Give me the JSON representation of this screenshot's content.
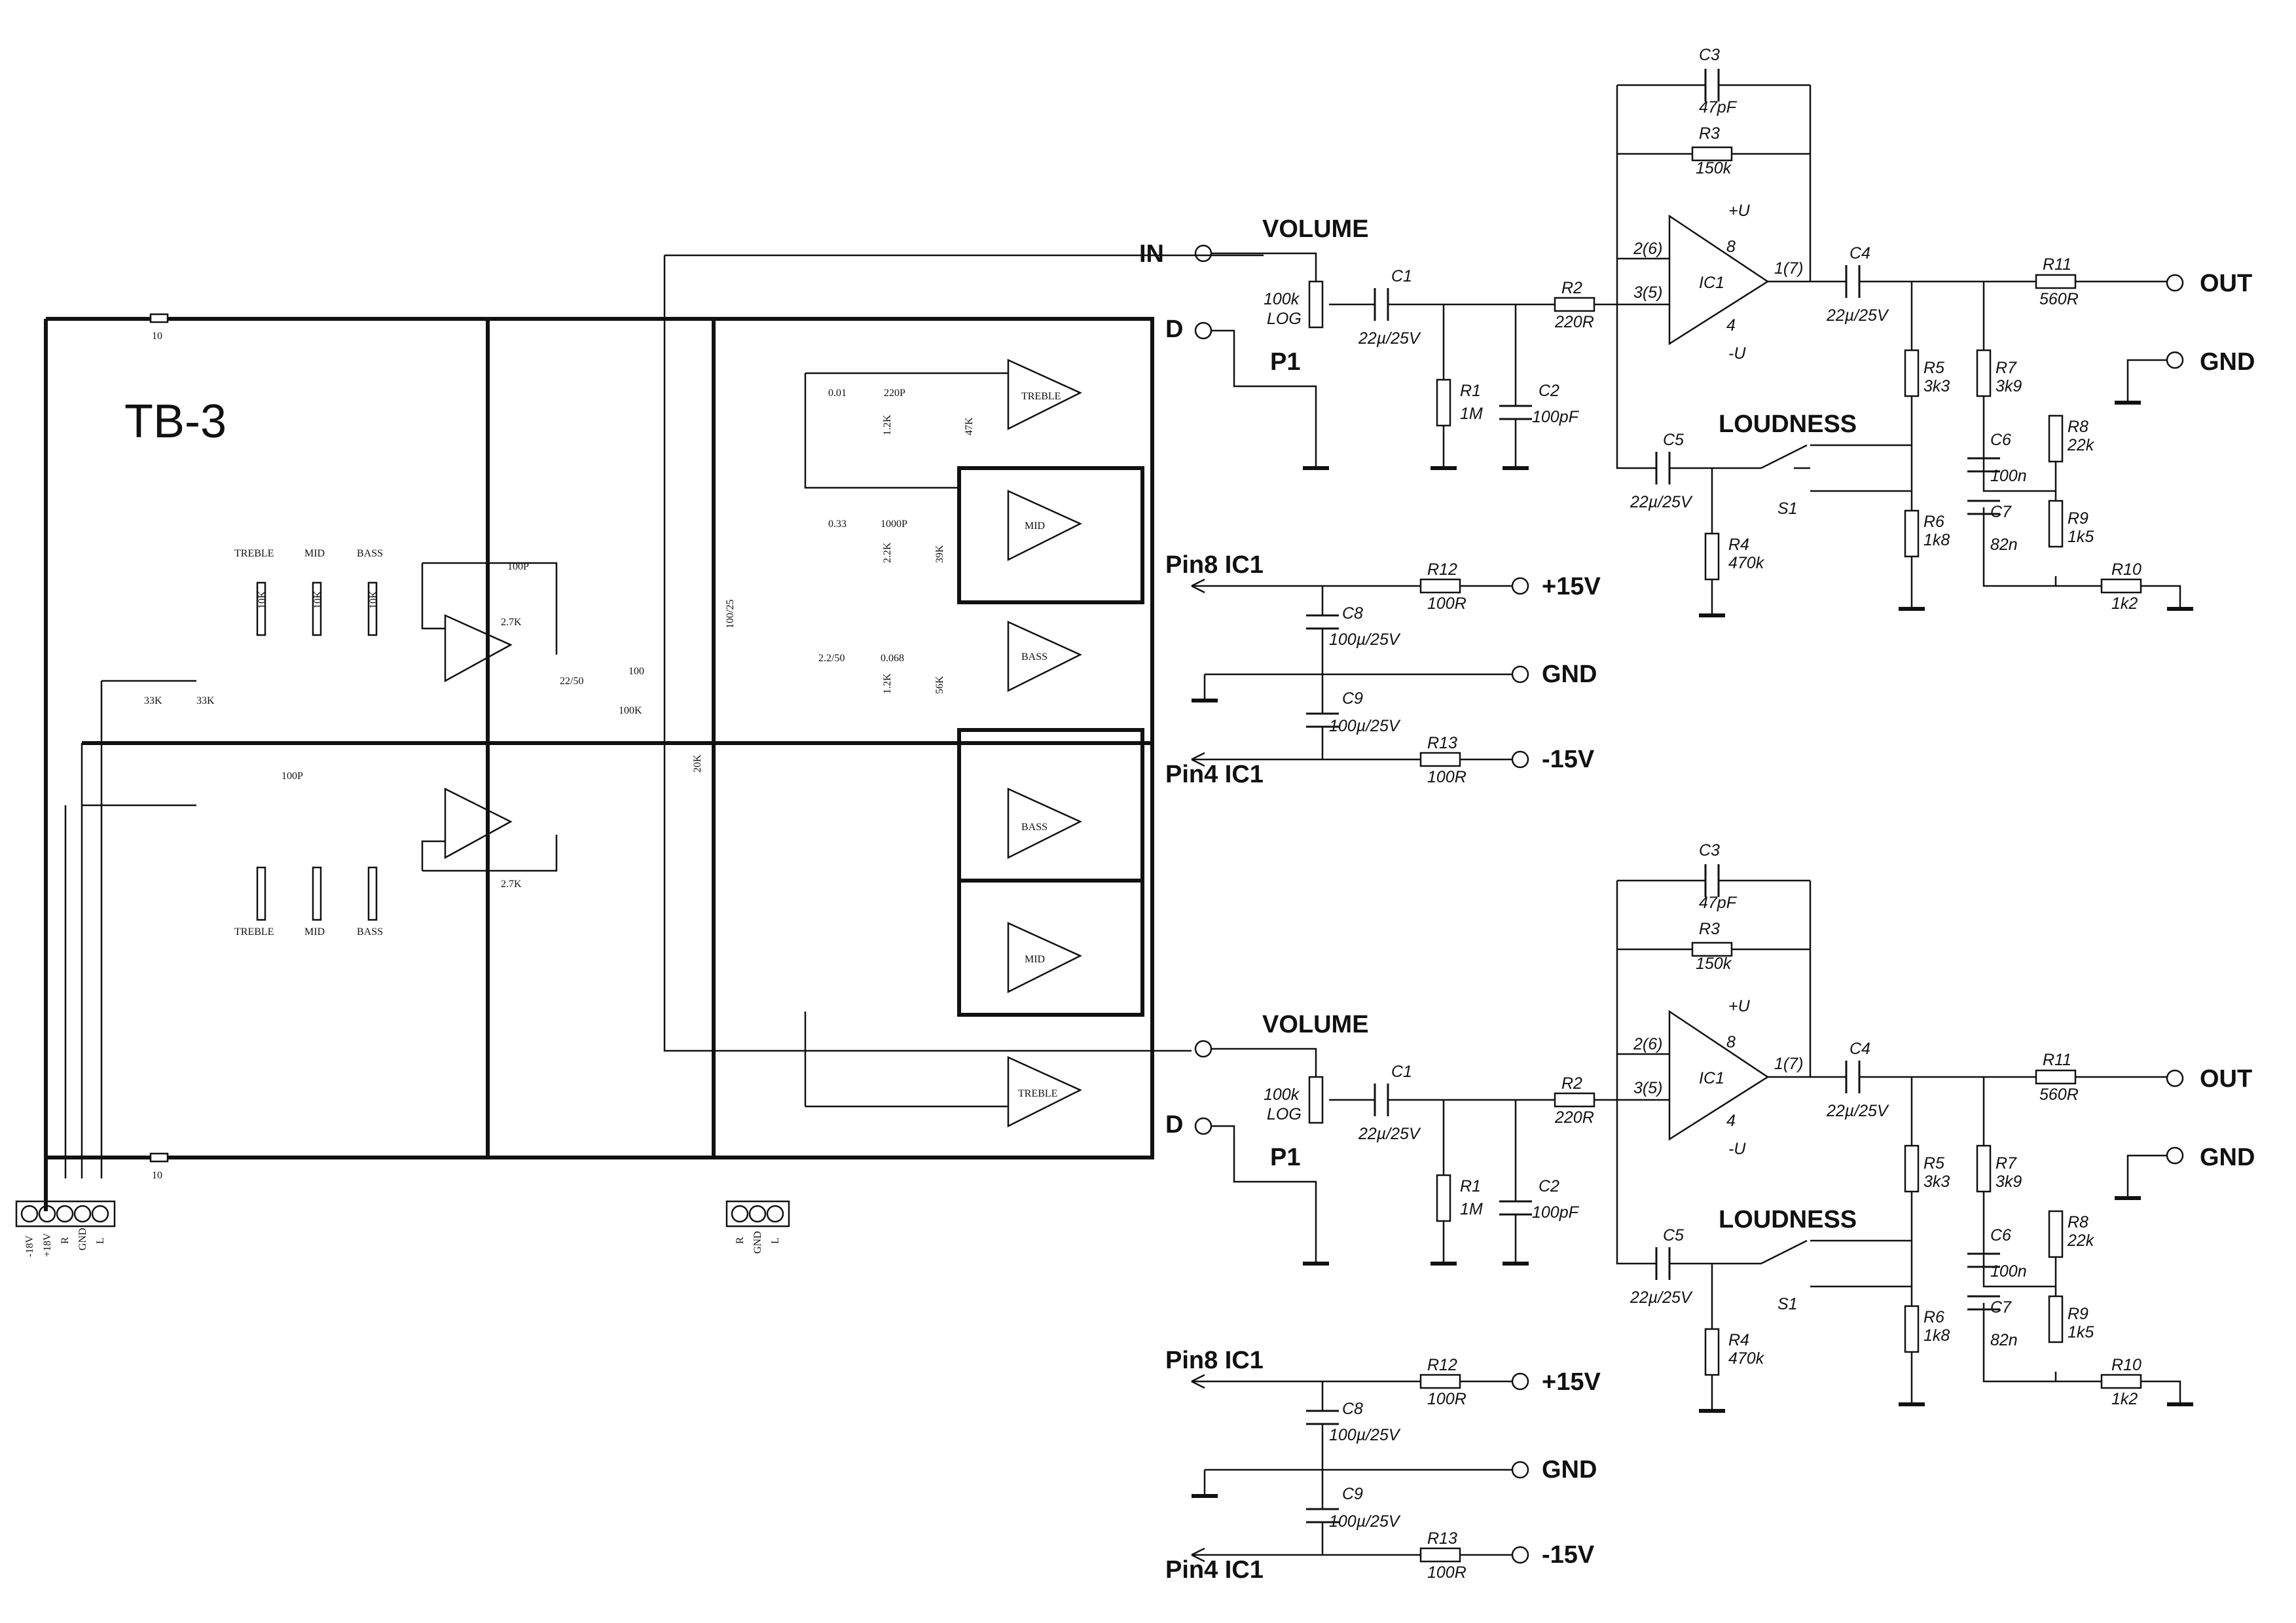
{
  "title": "TB-3",
  "board": {
    "top_resistor": "10",
    "bottom_resistor": "10",
    "left_connector_pins": [
      "-18V",
      "+18V",
      "R",
      "GND",
      "L"
    ],
    "right_connector_pins": [
      "R",
      "GND",
      "L"
    ],
    "ic_labels": [
      "TREBLE",
      "MID",
      "BASS",
      "BASS",
      "MID",
      "TREBLE"
    ],
    "pot_labels": [
      "TREBLE",
      "MID",
      "BASS"
    ],
    "pot_values": [
      "10K",
      "10K",
      "10K"
    ],
    "cap_values": [
      "0.01",
      "220P",
      "0.33",
      "1000P",
      "2.2/50",
      "0.068"
    ],
    "res_values": [
      "1.2K",
      "47K",
      "2.2K",
      "39K",
      "1.2K",
      "56K"
    ],
    "misc": [
      "100P",
      "2.7K",
      "22/50",
      "100",
      "2.7K",
      "33K",
      "33K",
      "100P",
      "100K",
      "100/25",
      "20K"
    ]
  },
  "channels": [
    {
      "in_label": "IN",
      "d_label": "D",
      "volume_label": "VOLUME",
      "pot_value": "100k",
      "pot_taper": "LOG",
      "pot_ref": "P1",
      "loudness_label": "LOUDNESS",
      "switch_ref": "S1",
      "out_label": "OUT",
      "gnd_label": "GND",
      "opamp": {
        "ref": "IC1",
        "pin_inv": "2(6)",
        "pin_noninv": "3(5)",
        "pin_out": "1(7)",
        "pin_vp": "8",
        "pin_vn": "4",
        "vp": "+U",
        "vn": "-U"
      },
      "components": [
        {
          "ref": "C1",
          "value": "22µ/25V"
        },
        {
          "ref": "R1",
          "value": "1M"
        },
        {
          "ref": "C2",
          "value": "100pF"
        },
        {
          "ref": "R2",
          "value": "220R"
        },
        {
          "ref": "C3",
          "value": "47pF"
        },
        {
          "ref": "R3",
          "value": "150k"
        },
        {
          "ref": "C4",
          "value": "22µ/25V"
        },
        {
          "ref": "R11",
          "value": "560R"
        },
        {
          "ref": "R5",
          "value": "3k3"
        },
        {
          "ref": "R7",
          "value": "3k9"
        },
        {
          "ref": "C5",
          "value": "22µ/25V"
        },
        {
          "ref": "R4",
          "value": "470k"
        },
        {
          "ref": "C6",
          "value": "100n"
        },
        {
          "ref": "R8",
          "value": "22k"
        },
        {
          "ref": "C7",
          "value": "82n"
        },
        {
          "ref": "R9",
          "value": "1k5"
        },
        {
          "ref": "R6",
          "value": "1k8"
        },
        {
          "ref": "R10",
          "value": "1k2"
        }
      ],
      "supply": {
        "pin8": "Pin8 IC1",
        "pin4": "Pin4 IC1",
        "pos": "+15V",
        "gnd": "GND",
        "neg": "-15V",
        "R12": {
          "ref": "R12",
          "value": "100R"
        },
        "R13": {
          "ref": "R13",
          "value": "100R"
        },
        "C8": {
          "ref": "C8",
          "value": "100µ/25V"
        },
        "C9": {
          "ref": "C9",
          "value": "100µ/25V"
        }
      }
    },
    {
      "in_label": "",
      "d_label": "D",
      "volume_label": "VOLUME",
      "pot_value": "100k",
      "pot_taper": "LOG",
      "pot_ref": "P1",
      "loudness_label": "LOUDNESS",
      "switch_ref": "S1",
      "out_label": "OUT",
      "gnd_label": "GND",
      "opamp": {
        "ref": "IC1",
        "pin_inv": "2(6)",
        "pin_noninv": "3(5)",
        "pin_out": "1(7)",
        "pin_vp": "8",
        "pin_vn": "4",
        "vp": "+U",
        "vn": "-U"
      },
      "components": [
        {
          "ref": "C1",
          "value": "22µ/25V"
        },
        {
          "ref": "R1",
          "value": "1M"
        },
        {
          "ref": "C2",
          "value": "100pF"
        },
        {
          "ref": "R2",
          "value": "220R"
        },
        {
          "ref": "C3",
          "value": "47pF"
        },
        {
          "ref": "R3",
          "value": "150k"
        },
        {
          "ref": "C4",
          "value": "22µ/25V"
        },
        {
          "ref": "R11",
          "value": "560R"
        },
        {
          "ref": "R5",
          "value": "3k3"
        },
        {
          "ref": "R7",
          "value": "3k9"
        },
        {
          "ref": "C5",
          "value": "22µ/25V"
        },
        {
          "ref": "R4",
          "value": "470k"
        },
        {
          "ref": "C6",
          "value": "100n"
        },
        {
          "ref": "R8",
          "value": "22k"
        },
        {
          "ref": "C7",
          "value": "82n"
        },
        {
          "ref": "R9",
          "value": "1k5"
        },
        {
          "ref": "R6",
          "value": "1k8"
        },
        {
          "ref": "R10",
          "value": "1k2"
        }
      ],
      "supply": {
        "pin8": "Pin8 IC1",
        "pin4": "Pin4 IC1",
        "pos": "+15V",
        "gnd": "GND",
        "neg": "-15V",
        "R12": {
          "ref": "R12",
          "value": "100R"
        },
        "R13": {
          "ref": "R13",
          "value": "100R"
        },
        "C8": {
          "ref": "C8",
          "value": "100µ/25V"
        },
        "C9": {
          "ref": "C9",
          "value": "100µ/25V"
        }
      }
    }
  ]
}
